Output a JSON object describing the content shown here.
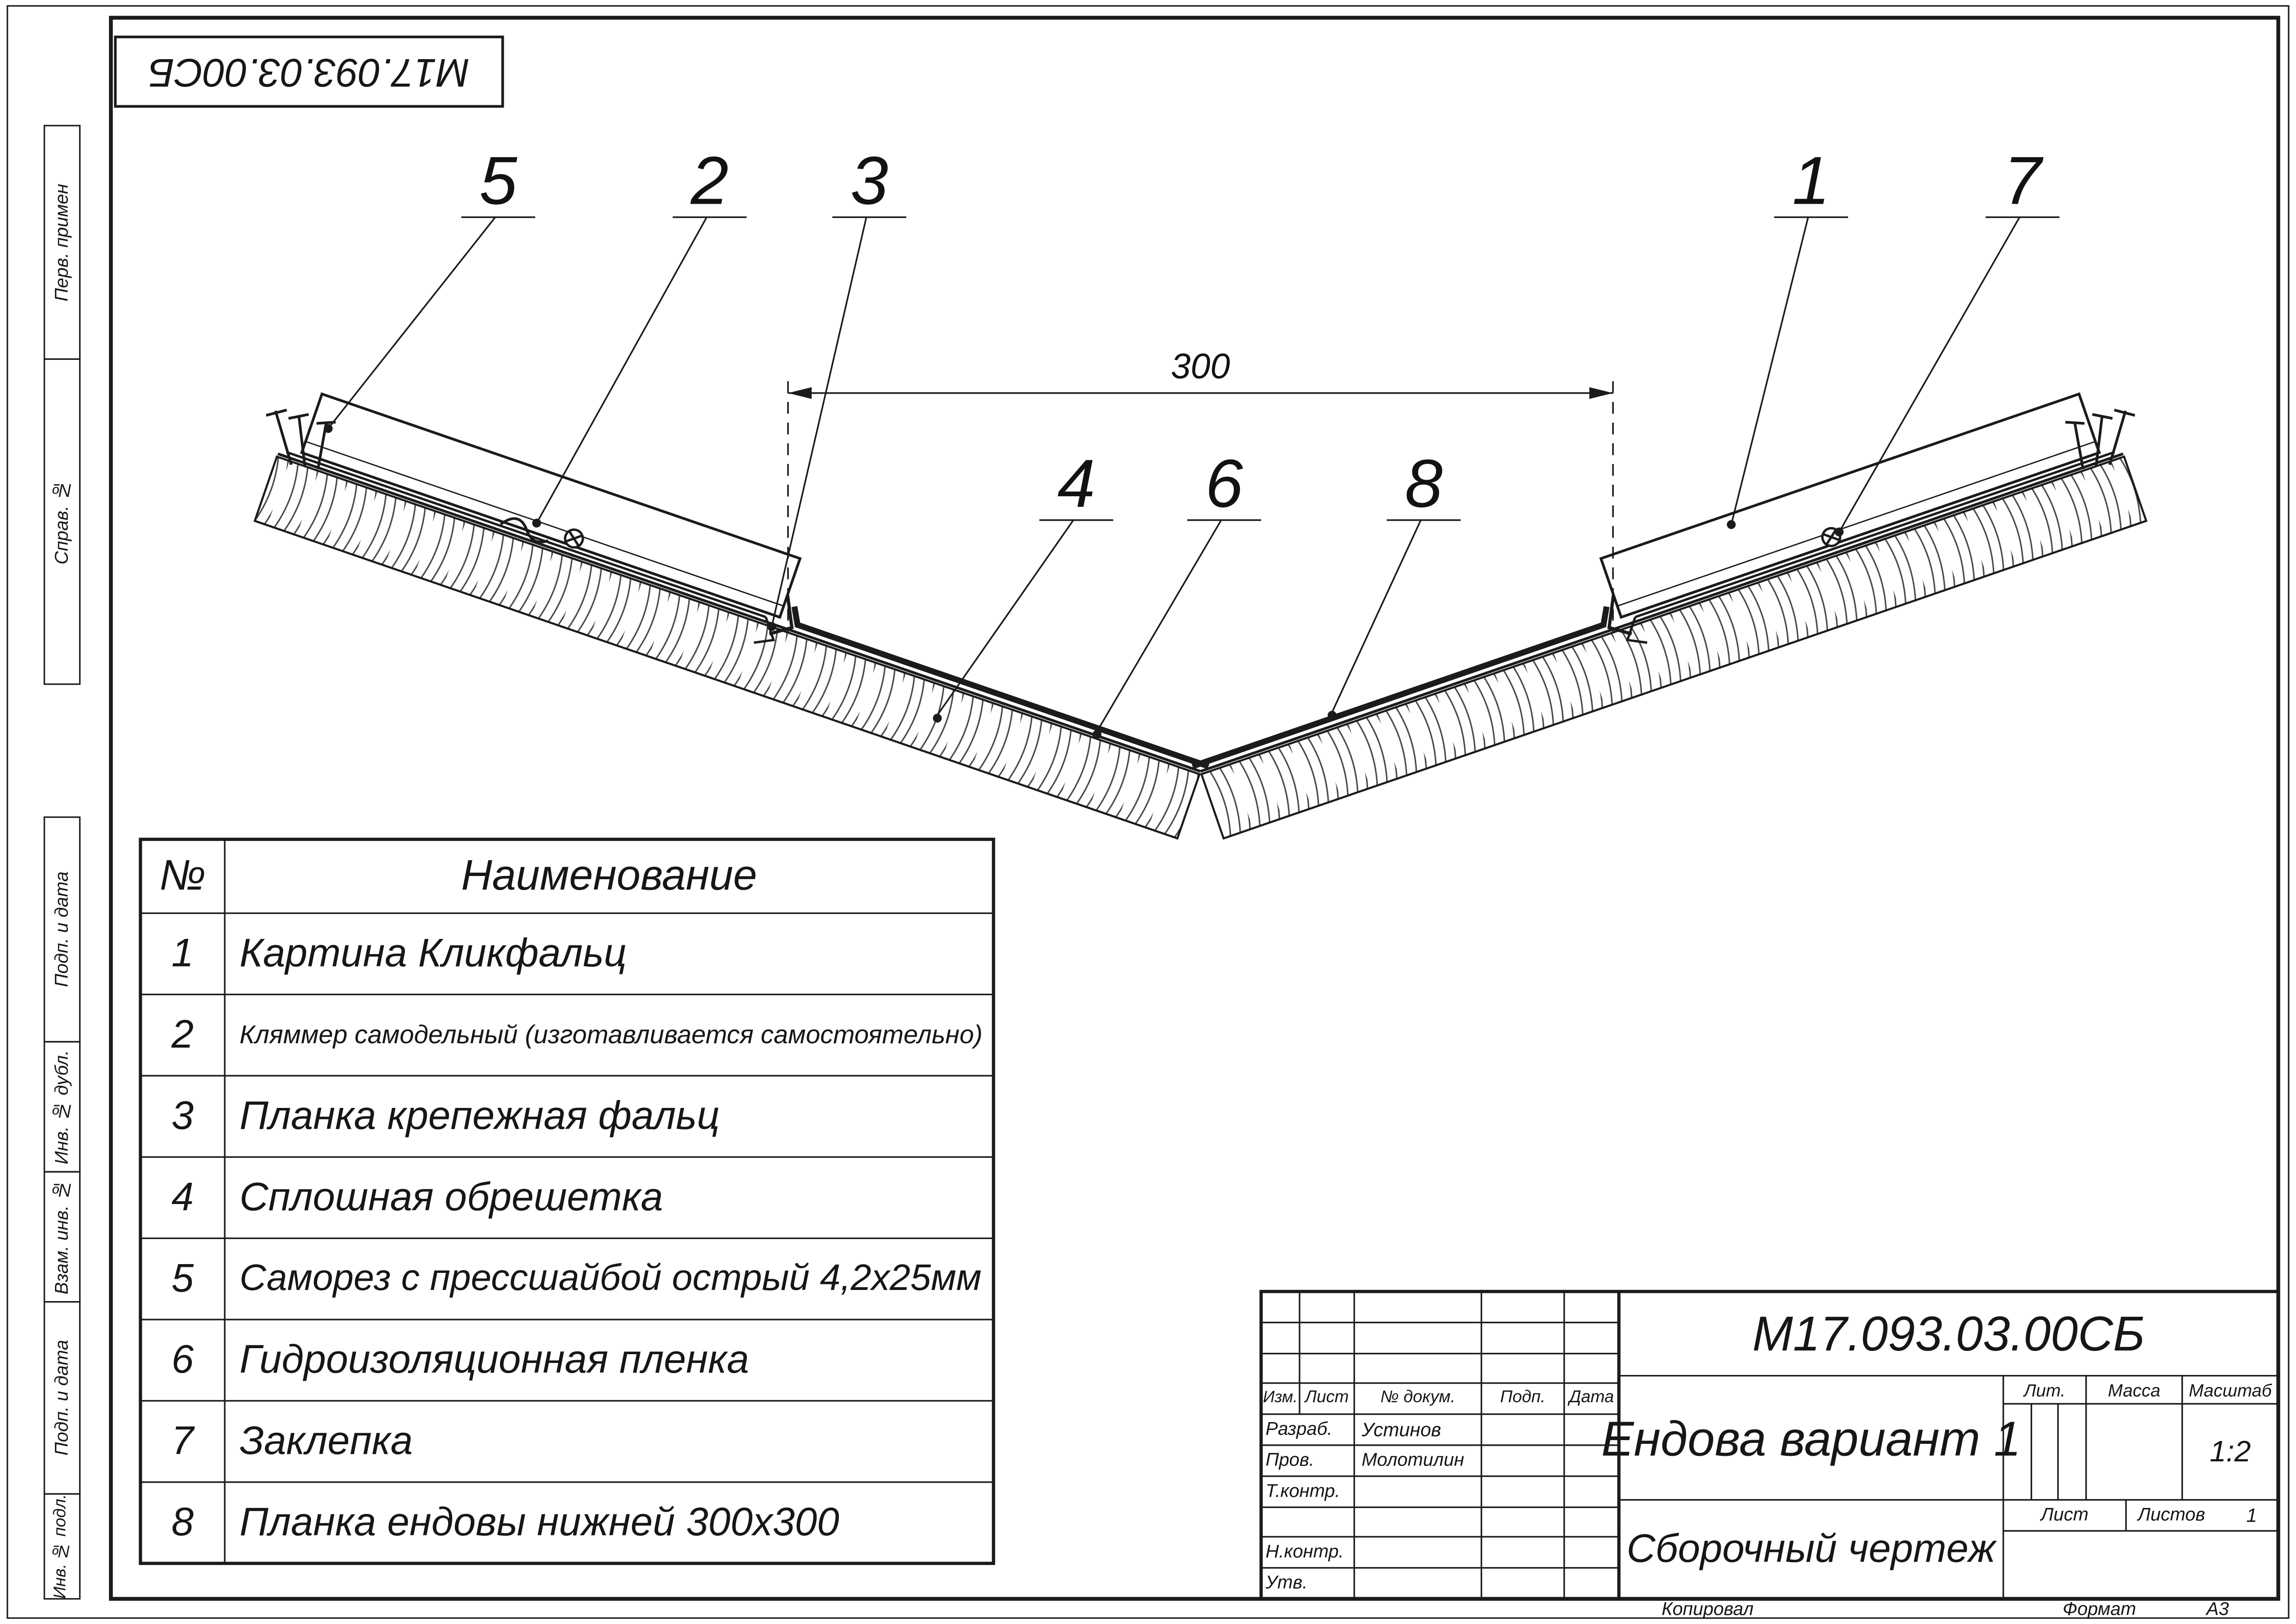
{
  "sheet": {
    "stamp_designation": "М17.093.03.00СБ",
    "margin_labels": {
      "perv_primen": "Перв. примен",
      "sprav_no": "Справ. №",
      "podp_i_data_upper": "Подп. и дата",
      "inv_no_dubl": "Инв. № дубл.",
      "vzam_inv_no": "Взам. инв. №",
      "podp_i_data_lower": "Подп. и дата",
      "inv_no_podl": "Инв. № подл."
    },
    "footer": {
      "kopiroval": "Копировал",
      "format_label": "Формат",
      "format_value": "А3"
    }
  },
  "drawing": {
    "dimension": "300",
    "callouts": {
      "c1": "1",
      "c2": "2",
      "c3": "3",
      "c4": "4",
      "c5": "5",
      "c6": "6",
      "c7": "7",
      "c8": "8"
    }
  },
  "parts_table": {
    "headers": {
      "num": "№",
      "name": "Наименование"
    },
    "rows": [
      {
        "num": "1",
        "name": "Картина Кликфальц"
      },
      {
        "num": "2",
        "name": "Кляммер самодельный (изготавливается самостоятельно)"
      },
      {
        "num": "3",
        "name": "Планка крепежная фальц"
      },
      {
        "num": "4",
        "name": "Сплошная обрешетка"
      },
      {
        "num": "5",
        "name": "Саморез с прессшайбой острый 4,2х25мм"
      },
      {
        "num": "6",
        "name": "Гидроизоляционная пленка"
      },
      {
        "num": "7",
        "name": "Заклепка"
      },
      {
        "num": "8",
        "name": "Планка ендовы нижней 300х300"
      }
    ]
  },
  "title_block": {
    "designation": "М17.093.03.00СБ",
    "title": "Ендова вариант 1",
    "doc_type": "Сборочный чертеж",
    "labels": {
      "izm": "Изм.",
      "list": "Лист",
      "no_dokum": "№ докум.",
      "podp": "Подп.",
      "data": "Дата",
      "razrab": "Разраб.",
      "prov": "Пров.",
      "t_kontr": "Т.контр.",
      "n_kontr": "Н.контр.",
      "utv": "Утв.",
      "lit": "Лит.",
      "massa": "Масса",
      "masshtab": "Масштаб",
      "list_bottom": "Лист",
      "listov": "Листов"
    },
    "values": {
      "razrab_name": "Устинов",
      "prov_name": "Молотилин",
      "scale": "1:2",
      "listov_count": "1"
    }
  }
}
